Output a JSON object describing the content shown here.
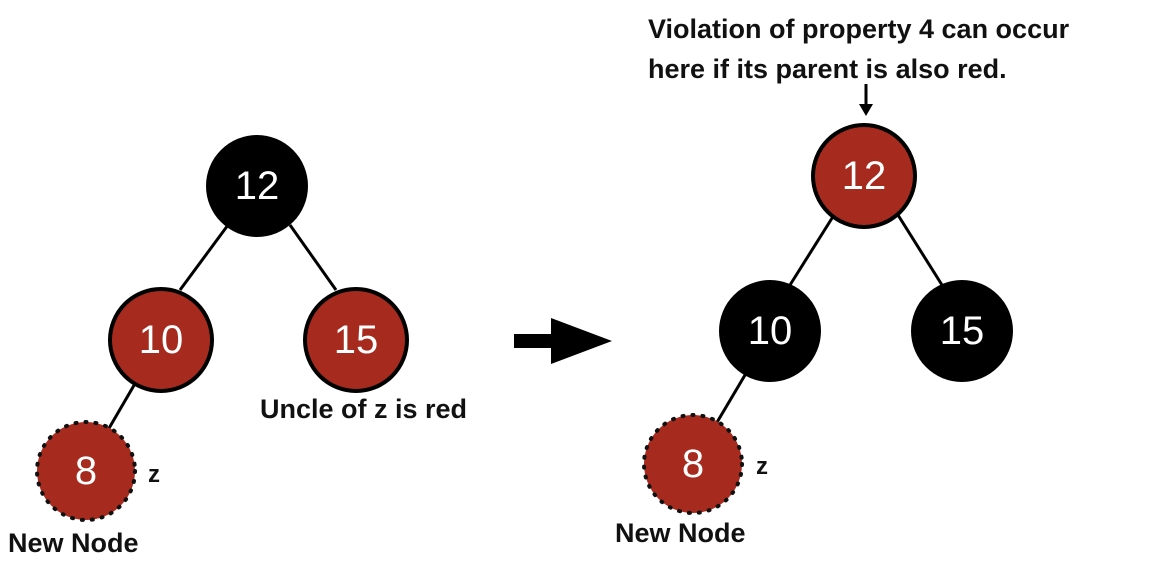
{
  "colors": {
    "red_node": "#A62A1E",
    "black_node": "#000000",
    "outline": "#000000",
    "background": "#ffffff"
  },
  "before": {
    "nodes": {
      "root": {
        "key": "12",
        "color": "black"
      },
      "left": {
        "key": "10",
        "color": "red"
      },
      "right": {
        "key": "15",
        "color": "red"
      },
      "new": {
        "key": "8",
        "color": "red"
      }
    },
    "z_label": "z",
    "new_node_label": "New Node",
    "uncle_label": "Uncle of z is red"
  },
  "after": {
    "nodes": {
      "root": {
        "key": "12",
        "color": "red"
      },
      "left": {
        "key": "10",
        "color": "black"
      },
      "right": {
        "key": "15",
        "color": "black"
      },
      "new": {
        "key": "8",
        "color": "red"
      }
    },
    "z_label": "z",
    "new_node_label": "New Node",
    "violation_line1": "Violation of property 4 can occur",
    "violation_line2": "here if its parent is also red."
  },
  "transition_icon": "right-arrow-icon",
  "pointer_icon": "down-arrow-icon"
}
